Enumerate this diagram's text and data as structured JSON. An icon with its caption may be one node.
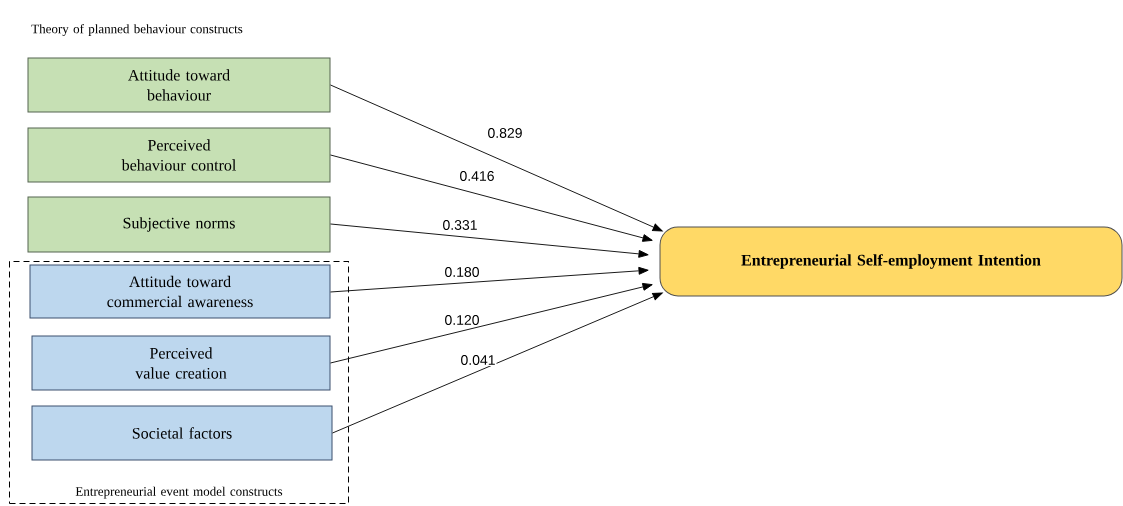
{
  "diagram": {
    "nodes": [
      {
        "text": [
          "Attitude toward behaviour"
        ]
      },
      {
        "text": [
          "Perceived behaviour control"
        ]
      },
      {
        "text": [
          "Subjective norms"
        ]
      },
      {
        "text": [
          "Entrepreneurial event model constructs"
        ]
      },
      {
        "text": [
          "Attitude toward commercial awareness"
        ],
        "in": 3
      },
      {
        "text": [
          "Perceived value creation"
        ],
        "in": 3
      },
      {
        "text": [
          "Societal factors"
        ],
        "in": 3
      },
      {
        "text": [
          "Entrepreneurial Self-employment Intention"
        ]
      }
    ],
    "edges": [
      {
        "from": 0,
        "to": 7,
        "arrow": "to",
        "label": "0.829"
      },
      {
        "from": 1,
        "to": 7,
        "arrow": "to",
        "label": "0.416"
      },
      {
        "from": 2,
        "to": 7,
        "arrow": "to",
        "label": "0.331"
      },
      {
        "from": 4,
        "to": 7,
        "arrow": "to",
        "label": "0.180"
      },
      {
        "from": 5,
        "to": 7,
        "arrow": "to",
        "label": "0.120"
      },
      {
        "from": 6,
        "to": 7,
        "arrow": "to",
        "label": "0.041"
      }
    ],
    "labels": [
      "Theory of planned behaviour constructs"
    ]
  }
}
